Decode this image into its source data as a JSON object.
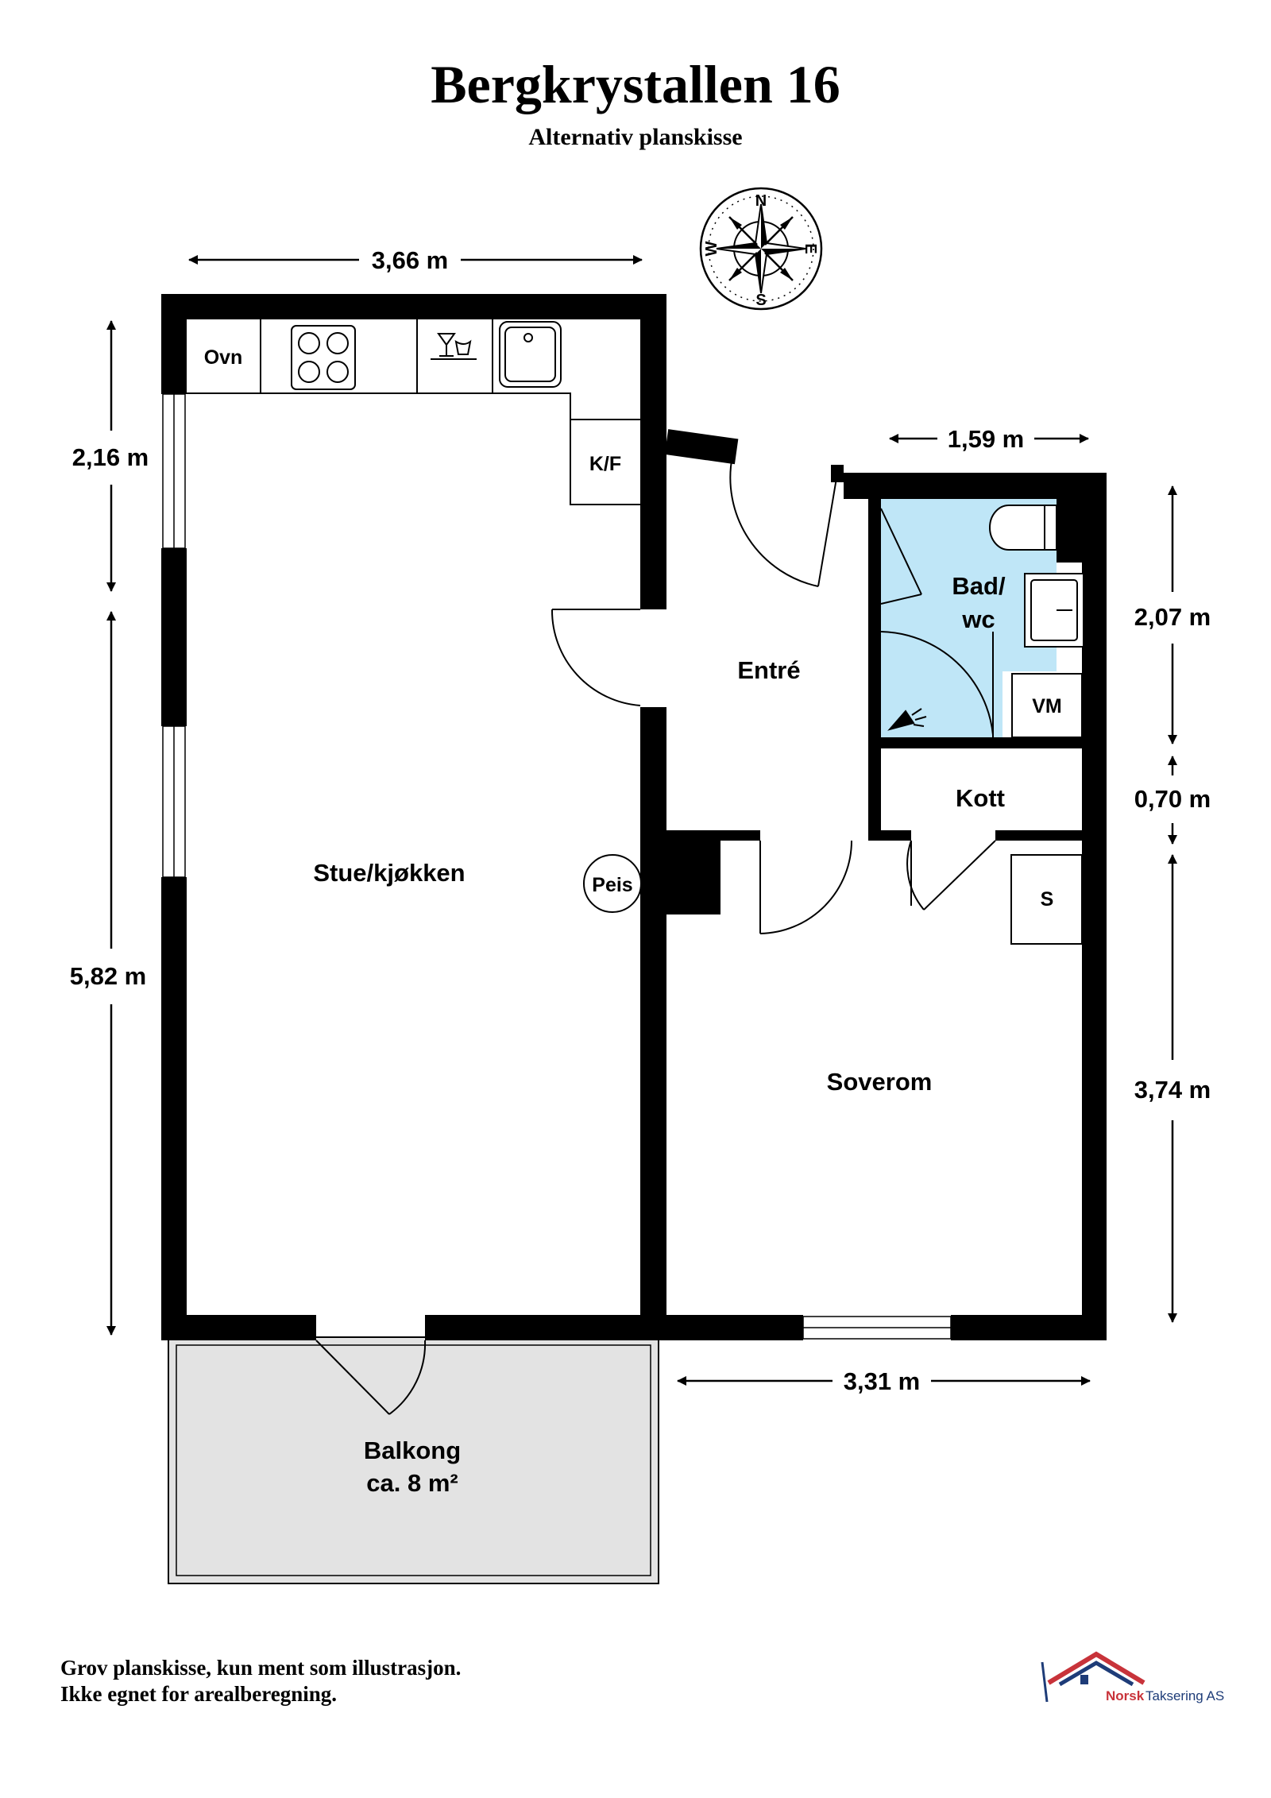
{
  "header": {
    "title": "Bergkrystallen 16",
    "subtitle": "Alternativ planskisse"
  },
  "compass": {
    "north": "N",
    "south": "S",
    "east": "E",
    "west": "W"
  },
  "rooms": {
    "living": "Stue/kjøkken",
    "entrance": "Entré",
    "bath_line1": "Bad/",
    "bath_line2": "wc",
    "closet": "Kott",
    "bedroom": "Soverom",
    "balcony_line1": "Balkong",
    "balcony_line2": "ca. 8 m²"
  },
  "fixtures": {
    "oven": "Ovn",
    "fridge_freezer": "K/F",
    "fireplace": "Peis",
    "washing_machine": "VM",
    "wardrobe": "S"
  },
  "dimensions": {
    "top_width": "3,66 m",
    "bath_width": "1,59 m",
    "left_upper": "2,16 m",
    "left_lower": "5,82 m",
    "right_bath": "2,07 m",
    "right_closet": "0,70 m",
    "right_bedroom": "3,74 m",
    "bottom_width": "3,31 m"
  },
  "footer": {
    "disclaimer_line1": "Grov planskisse, kun ment som illustrasjon.",
    "disclaimer_line2": "Ikke egnet for arealberegning.",
    "company_name_part1": "Norsk",
    "company_name_part2": "Taksering AS"
  },
  "colors": {
    "wall": "#000000",
    "bathroom_fill": "#bfe6f7",
    "balcony_fill": "#e3e3e3",
    "logo_red": "#c8333a",
    "logo_blue": "#1e3c78"
  }
}
